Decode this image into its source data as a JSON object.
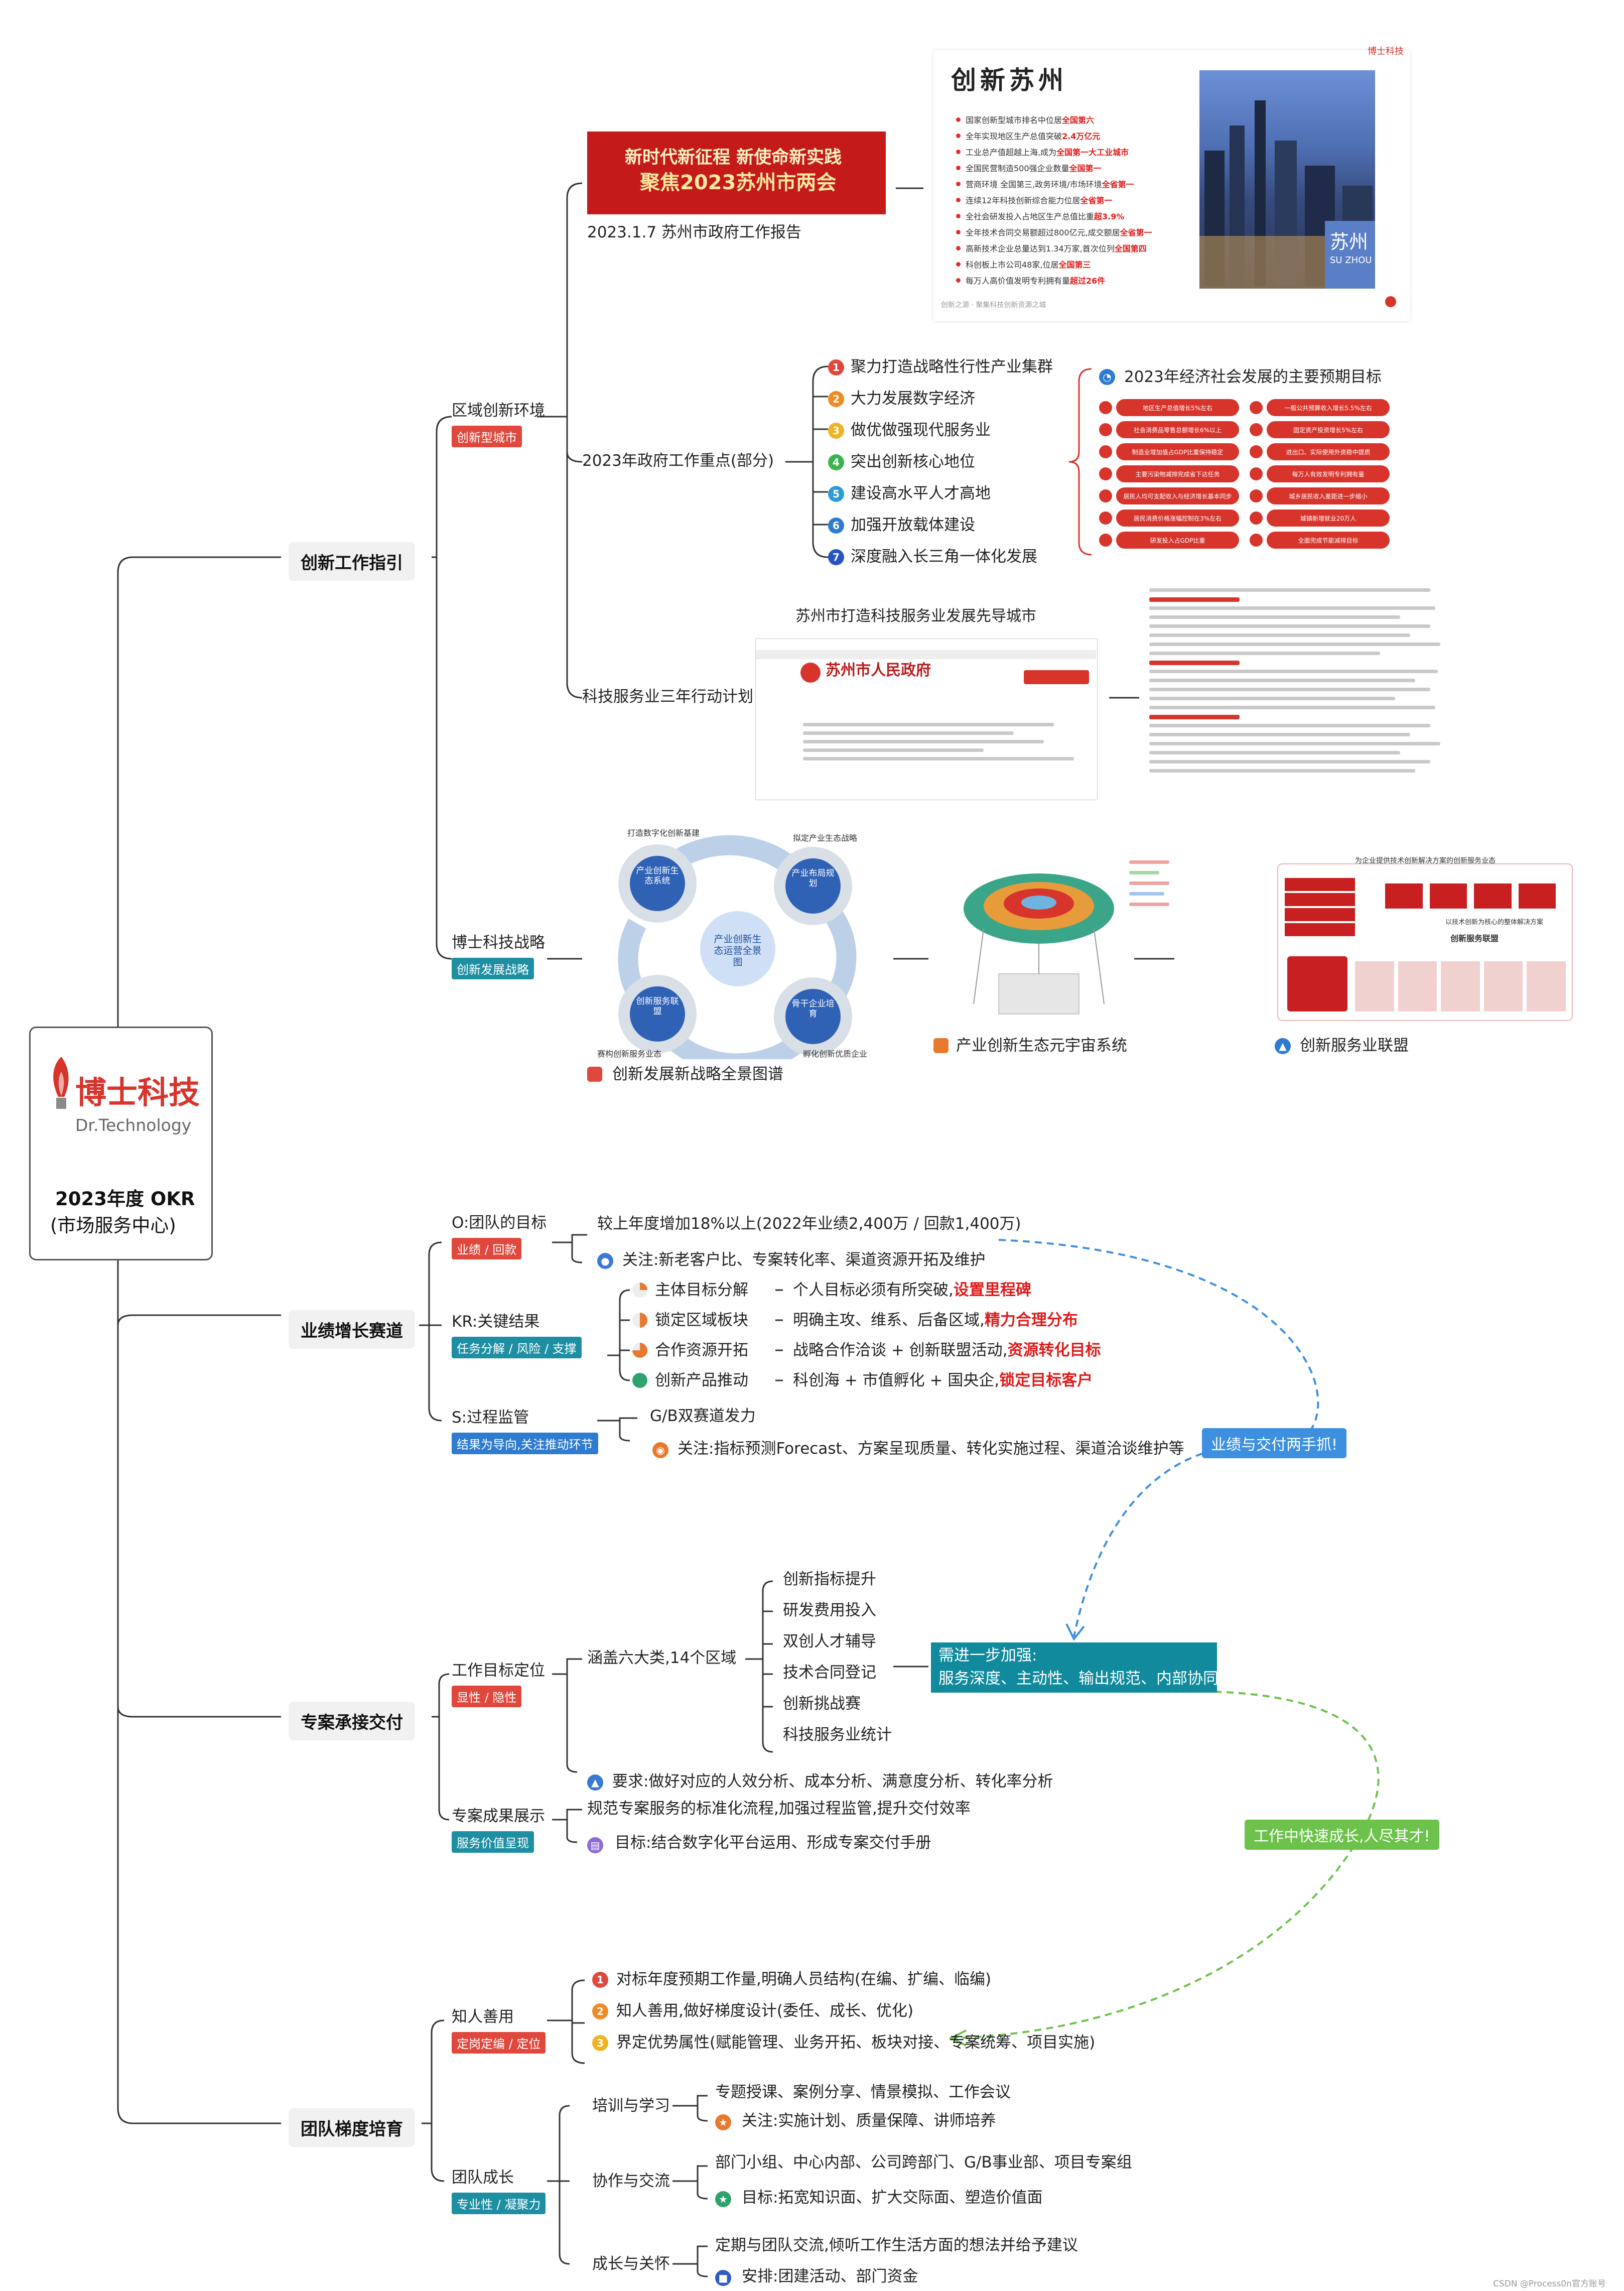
{
  "root": {
    "logo_cn": "博士科技",
    "logo_en": "Dr.Technology",
    "title": "2023年度 OKR",
    "subtitle": "(市场服务中心)"
  },
  "sections": {
    "s1": "创新工作指引",
    "s2": "业绩增长赛道",
    "s3": "专案承接交付",
    "s4": "团队梯度培育"
  },
  "s1": {
    "env": "区域创新环境",
    "env_tag": "创新型城市",
    "banner_l1": "新时代新征程 新使命新实践",
    "banner_l2": "聚焦2023苏州市两会",
    "report": "2023.1.7 苏州市政府工作报告",
    "suzhou_title": "创新苏州",
    "suzhou_items": [
      {
        "t": "国家创新型城市排名中位居 ",
        "h": "全国第六"
      },
      {
        "t": "全年实现地区生产总值突破 ",
        "h": "2.4万亿元"
      },
      {
        "t": "工业总产值超越上海,成为 ",
        "h": "全国第一大工业城市"
      },
      {
        "t": "全国民营制造500强企业数量 ",
        "h": "全国第一"
      },
      {
        "t": "营商环境 全国第三,政务环境/市场环境 ",
        "h": "全省第一"
      },
      {
        "t": "连续12年科技创新综合能力位居 ",
        "h": "全省第一"
      },
      {
        "t": "全社会研发投入占地区生产总值比重 ",
        "h": "超3.9%"
      },
      {
        "t": "全年技术合同交易额超过800亿元,成交额居 ",
        "h": "全省第一"
      },
      {
        "t": "高新技术企业总量达到1.34万家,首次位列 ",
        "h": "全国第四"
      },
      {
        "t": "科创板上市公司48家,位居 ",
        "h": "全国第三"
      },
      {
        "t": "每万人高价值发明专利拥有量 ",
        "h": "超过26件"
      }
    ],
    "suzhou_footer": "创新之源 · 聚集科技创新资源之城",
    "city_cn": "苏州",
    "city_en": "SU ZHOU",
    "brand": "博士科技",
    "focus": "2023年政府工作重点(部分)",
    "focus_items": [
      "聚力打造战略性行性产业集群",
      "大力发展数字经济",
      "做优做强现代服务业",
      "突出创新核心地位",
      "建设高水平人才高地",
      "加强开放载体建设",
      "深度融入长三角一体化发展"
    ],
    "goals_title": "2023年经济社会发展的主要预期目标",
    "goals": [
      "地区生产总值增长5%左右",
      "一般公共预算收入增长5.5%左右",
      "社会消费品零售总额增长6%以上",
      "固定资产投资增长5%左右",
      "制造业增加值占GDP比重保持稳定",
      "进出口、实际使用外资稳中提质",
      "主要污染物减排完成省下达任务",
      "每万人有效发明专利拥有量",
      "居民人均可支配收入与经济增长基本同步",
      "城乡居民收入差距进一步缩小",
      "居民消费价格涨幅控制在3%左右",
      "城镇新增就业20万人",
      "研发投入占GDP比重",
      "全面完成节能减排目标"
    ],
    "plan": "科技服务业三年行动计划",
    "plan_title": "苏州市打造科技服务业发展先导城市",
    "gov_site": "苏州市人民政府",
    "strategy": "博士科技战略",
    "strategy_tag": "创新发展战略",
    "wheel_center": "产业创新生态运营全景图",
    "wheel_nodes": [
      "产业创新生态系统",
      "产业布局规划",
      "创新服务联盟",
      "骨干企业培育"
    ],
    "wheel_labels": [
      "打造数字化创新基建",
      "拟定产业生态战略",
      "赛构创新服务业态",
      "孵化创新优质企业"
    ],
    "cap1": "创新发展新战略全景图谱",
    "cap2": "产业创新生态元宇宙系统",
    "cap3": "创新服务业联盟",
    "alliance_title": "为企业提供技术创新解决方案的创新服务业态",
    "alliance_sub": "创新服务联盟",
    "alliance_center": "以技术创新为核心的整体解决方案"
  },
  "s2": {
    "o": "O:团队的目标",
    "o_tag": "业绩 / 回款",
    "o_item": "较上年度增加18%以上(2022年业绩2,400万 / 回款1,400万)",
    "o_focus": "关注:新老客户比、专案转化率、渠道资源开拓及维护",
    "kr": "KR:关键结果",
    "kr_tag": "任务分解 / 风险 / 支撑",
    "kr_items": [
      {
        "a": "主体目标分解",
        "b": "个人目标必须有所突破,",
        "c": "设置里程碑"
      },
      {
        "a": "锁定区域板块",
        "b": "明确主攻、维系、后备区域,",
        "c": "精力合理分布"
      },
      {
        "a": "合作资源开拓",
        "b": "战略合作洽谈 + 创新联盟活动,",
        "c": "资源转化目标"
      },
      {
        "a": "创新产品推动",
        "b": "科创海 + 市值孵化 + 国央企,",
        "c": "锁定目标客户"
      }
    ],
    "s": "S:过程监管",
    "s_tag": "结果为导向,关注推动环节",
    "s_item": "G/B双赛道发力",
    "s_focus": "关注:指标预测Forecast、方案呈现质量、转化实施过程、渠道洽谈维护等",
    "callout": "业绩与交付两手抓!"
  },
  "s3": {
    "pos": "工作目标定位",
    "pos_tag": "显性 / 隐性",
    "cover": "涵盖六大类,14个区域",
    "items": [
      "创新指标提升",
      "研发费用投入",
      "双创人才辅导",
      "技术合同登记",
      "创新挑战赛",
      "科技服务业统计"
    ],
    "need_l1": "需进一步加强:",
    "need_l2": "服务深度、主动性、输出规范、内部协同",
    "req": "要求:做好对应的人效分析、成本分析、满意度分析、转化率分析",
    "show": "专案成果展示",
    "show_tag": "服务价值呈现",
    "show_item": "规范专案服务的标准化流程,加强过程监管,提升交付效率",
    "show_target": "目标:结合数字化平台运用、形成专案交付手册",
    "callout": "工作中快速成长,人尽其才!"
  },
  "s4": {
    "know": "知人善用",
    "know_tag": "定岗定编 / 定位",
    "know_items": [
      "对标年度预期工作量,明确人员结构(在编、扩编、临编)",
      "知人善用,做好梯度设计(委任、成长、优化)",
      "界定优势属性(赋能管理、业务开拓、板块对接、专案统筹、项目实施)"
    ],
    "grow": "团队成长",
    "grow_tag": "专业性 / 凝聚力",
    "g1": "培训与学习",
    "g1_item": "专题授课、案例分享、情景模拟、工作会议",
    "g1_focus": "关注:实施计划、质量保障、讲师培养",
    "g2": "协作与交流",
    "g2_item": "部门小组、中心内部、公司跨部门、G/B事业部、项目专案组",
    "g2_focus": "目标:拓宽知识面、扩大交际面、塑造价值面",
    "g3": "成长与关怀",
    "g3_item": "定期与团队交流,倾听工作生活方面的想法并给予建议",
    "g3_focus": "安排:团建活动、部门资金"
  },
  "watermark": "CSDN @Process0n官方账号",
  "colors": {
    "red": "#e0483d",
    "teal": "#1e8fa3",
    "blue": "#2e7bd0",
    "banner": "#c41a1a",
    "green": "#6cc24a"
  }
}
